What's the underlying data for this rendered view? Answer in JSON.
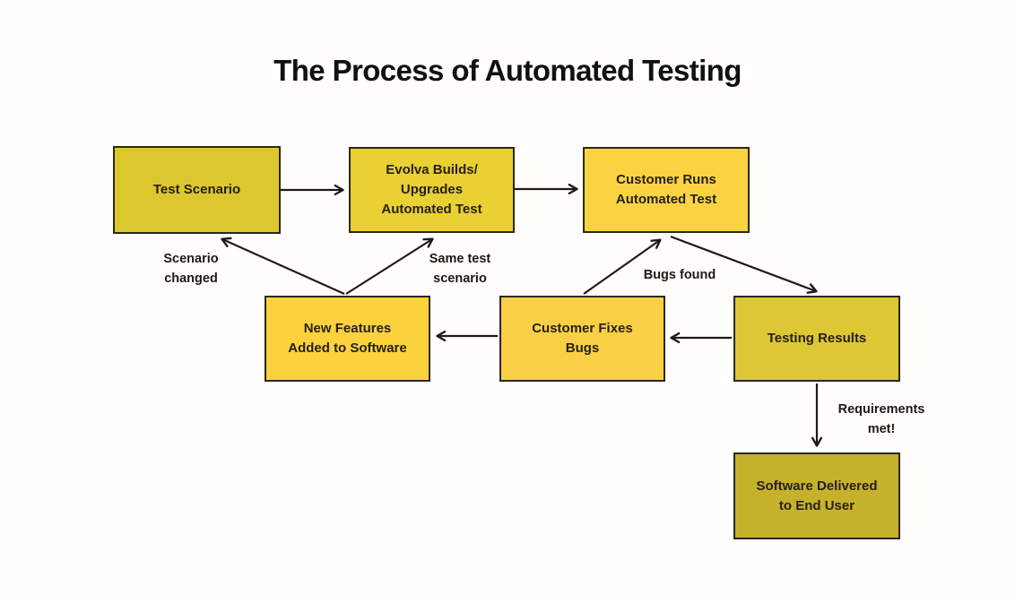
{
  "page": {
    "title": "The Process of Automated Testing"
  },
  "colors": {
    "background": "#fffefc",
    "node_border": "#2b2718",
    "node_text": "#262015",
    "arrow": "#1d1b15",
    "title_text": "#111111"
  },
  "diagram": {
    "nodes": [
      {
        "id": "test-scenario",
        "label": "Test Scenario",
        "fill": "#dcc72f"
      },
      {
        "id": "evolva-builds",
        "label": "Evolva Builds/\nUpgrades\nAutomated Test",
        "fill": "#e9d033"
      },
      {
        "id": "customer-runs",
        "label": "Customer Runs\nAutomated Test",
        "fill": "#fbd342"
      },
      {
        "id": "new-features",
        "label": "New Features\nAdded to Software",
        "fill": "#fcd13e"
      },
      {
        "id": "customer-fixes",
        "label": "Customer Fixes\nBugs",
        "fill": "#f9d045"
      },
      {
        "id": "testing-results",
        "label": "Testing Results",
        "fill": "#dcc734"
      },
      {
        "id": "software-delivered",
        "label": "Software Delivered\nto End User",
        "fill": "#c6b12b"
      }
    ],
    "edge_labels": [
      {
        "id": "scenario-changed",
        "text": "Scenario\nchanged"
      },
      {
        "id": "same-test",
        "text": "Same test\nscenario"
      },
      {
        "id": "bugs-found",
        "text": "Bugs found"
      },
      {
        "id": "requirements-met",
        "text": "Requirements\nmet!"
      }
    ],
    "edges": [
      {
        "from": "test-scenario",
        "to": "evolva-builds"
      },
      {
        "from": "evolva-builds",
        "to": "customer-runs"
      },
      {
        "from": "customer-runs",
        "to": "testing-results"
      },
      {
        "from": "testing-results",
        "to": "customer-fixes"
      },
      {
        "from": "customer-fixes",
        "to": "new-features"
      },
      {
        "from": "customer-fixes",
        "to": "customer-runs",
        "label": "Bugs found"
      },
      {
        "from": "new-features",
        "to": "test-scenario",
        "label": "Scenario changed"
      },
      {
        "from": "new-features",
        "to": "evolva-builds",
        "label": "Same test scenario"
      },
      {
        "from": "testing-results",
        "to": "software-delivered",
        "label": "Requirements met!"
      }
    ]
  }
}
